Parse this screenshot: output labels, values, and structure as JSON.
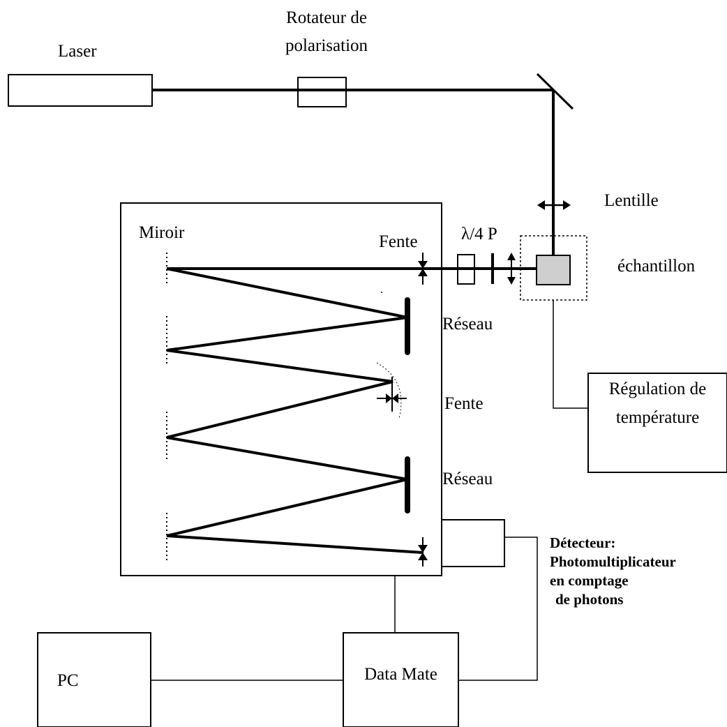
{
  "labels": {
    "laser": "Laser",
    "rotator_line1": "Rotateur de",
    "rotator_line2": "polarisation",
    "lens": "Lentille",
    "sample": "échantillon",
    "mirror": "Miroir",
    "slit_entrance": "Fente",
    "quarter_wave_plate": "λ/4 P",
    "grating_1": "Réseau",
    "slit_middle": "Fente",
    "grating_2": "Réseau",
    "temp_line1": "Régulation de",
    "temp_line2": "température",
    "detector_line1": "Détecteur:",
    "detector_line2": "Photomultiplicateur",
    "detector_line3": "en comptage",
    "detector_line4": "de photons",
    "pc": "PC",
    "datamate": "Data Mate"
  }
}
